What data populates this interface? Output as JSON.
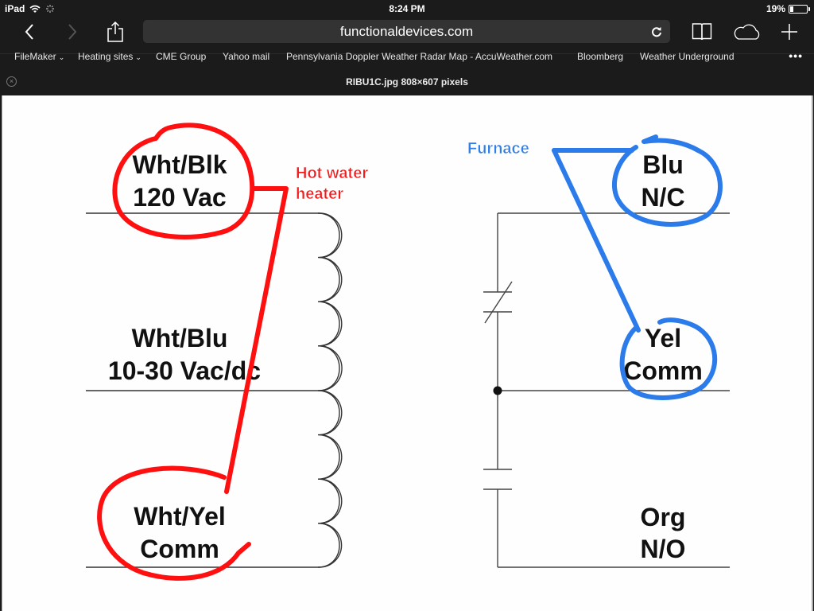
{
  "status_bar": {
    "device": "iPad",
    "time": "8:24 PM",
    "battery_percent": "19%",
    "icons": [
      "wifi-icon",
      "activity-spinner-icon",
      "battery-icon"
    ]
  },
  "toolbar": {
    "url": "functionaldevices.com",
    "buttons": [
      "back",
      "forward",
      "share",
      "reload",
      "bookmarks",
      "icloud-tabs",
      "new-tab"
    ]
  },
  "bookmarks": [
    {
      "label": "FileMaker",
      "folder": true
    },
    {
      "label": "Heating sites",
      "folder": true
    },
    {
      "label": "CME Group",
      "folder": false
    },
    {
      "label": "Yahoo mail",
      "folder": false
    },
    {
      "label": "Pennsylvania Doppler Weather Radar Map - AccuWeather.com",
      "folder": false
    },
    {
      "label": "Bloomberg",
      "folder": false
    },
    {
      "label": "Weather Underground",
      "folder": false
    }
  ],
  "bookmarks_more": "•••",
  "chevron": "⌄",
  "tab": {
    "title": "RIBU1C.jpg 808×607 pixels",
    "close_glyph": "×"
  },
  "diagram": {
    "left_labels": {
      "wht_blk": {
        "line1": "Wht/Blk",
        "line2": "120 Vac"
      },
      "wht_blu": {
        "line1": "Wht/Blu",
        "line2": "10-30 Vac/dc"
      },
      "wht_yel": {
        "line1": "Wht/Yel",
        "line2": "Comm"
      }
    },
    "right_labels": {
      "blu": {
        "line1": "Blu",
        "line2": "N/C"
      },
      "yel": {
        "line1": "Yel",
        "line2": "Comm"
      },
      "org": {
        "line1": "Org",
        "line2": "N/O"
      }
    },
    "annotations": {
      "hot_water": {
        "line1": "Hot water",
        "line2": "heater",
        "color": "#ee1c1c"
      },
      "furnace": {
        "text": "Furnace",
        "color": "#2f7ee8"
      }
    },
    "colors": {
      "red_marker": "#ff1010",
      "blue_marker": "#2b7bea",
      "wire": "#333333"
    }
  }
}
